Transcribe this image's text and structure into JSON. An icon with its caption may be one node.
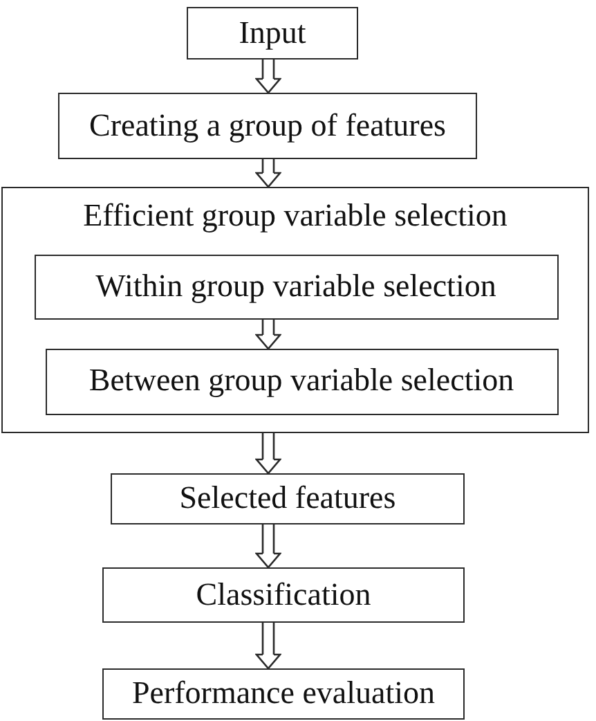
{
  "diagram": {
    "nodes": [
      {
        "text": [
          "Input"
        ]
      },
      {
        "text": [
          "Creating a group of features"
        ]
      },
      {
        "text": [
          "Efficient group variable selection"
        ]
      },
      {
        "text": [
          "Within group variable selection"
        ],
        "in": 2
      },
      {
        "text": [
          "Between group variable selection"
        ],
        "in": 2
      },
      {
        "text": [
          "Selected features"
        ]
      },
      {
        "text": [
          "Classification"
        ]
      },
      {
        "text": [
          "Performance evaluation"
        ]
      }
    ],
    "edges": [
      {
        "from": 0,
        "to": 1,
        "arrow": "to"
      },
      {
        "from": 1,
        "to": 2,
        "arrow": "to"
      },
      {
        "from": 3,
        "to": 4,
        "arrow": "to"
      },
      {
        "from": 2,
        "to": 5,
        "arrow": "to"
      },
      {
        "from": 5,
        "to": 6,
        "arrow": "to"
      },
      {
        "from": 6,
        "to": 7,
        "arrow": "to"
      }
    ]
  }
}
